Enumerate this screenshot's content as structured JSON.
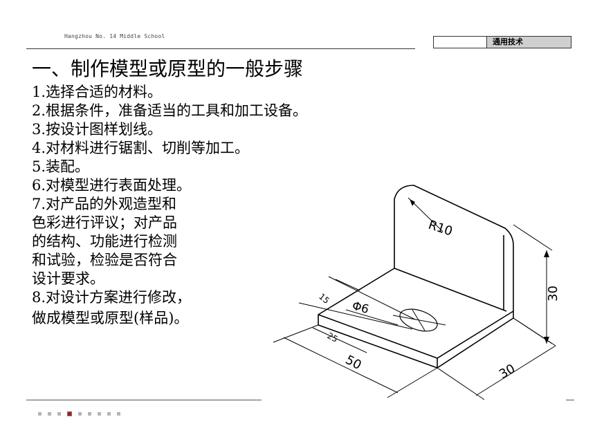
{
  "header": {
    "school": "Hangzhou No. 14 Middle School",
    "badge": "通用技术"
  },
  "title": "一、制作模型或原型的一般步骤",
  "steps": [
    "1.选择合适的材料。",
    "2.根据条件，准备适当的工具和加工设备。",
    "3.按设计图样划线。",
    "4.对材料进行锯割、切削等加工。",
    "5.装配。",
    "6.对模型进行表面处理。",
    "7.对产品的外观造型和",
    "色彩进行评议；对产品",
    "的结构、功能进行检测",
    "和试验，检验是否符合",
    "设计要求。",
    "8.对设计方案进行修改，",
    "做成模型或原型(样品)。"
  ],
  "drawing": {
    "radius_label": "R10",
    "height_label": "30",
    "depth_label": "30",
    "length_label": "50",
    "hole_label": "Φ6",
    "hole_offset_label": "15",
    "hole_position_label": "25"
  },
  "pagination": {
    "total": 9,
    "current": 4
  }
}
